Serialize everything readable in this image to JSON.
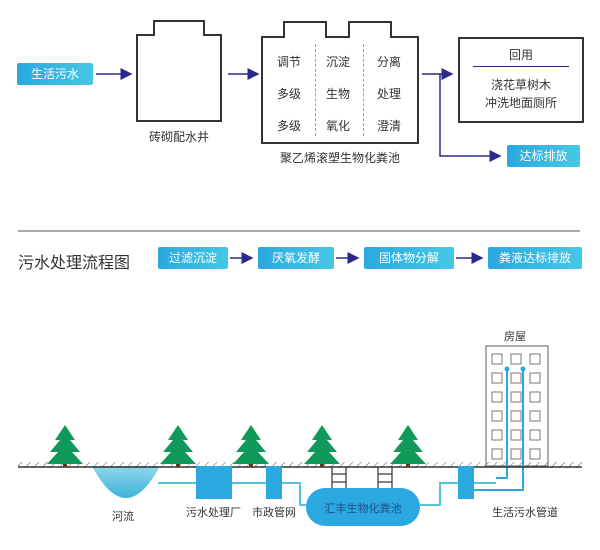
{
  "top": {
    "input_label": "生活污水",
    "well_label": "砖砌配水井",
    "tank": {
      "label": "聚乙烯滚塑生物化粪池",
      "rows": [
        [
          "调节",
          "沉淀",
          "分离"
        ],
        [
          "多级",
          "生物",
          "处理"
        ],
        [
          "多级",
          "氧化",
          "澄清"
        ]
      ]
    },
    "reuse": {
      "title": "回用",
      "line1": "浇花草树木",
      "line2": "冲洗地面厕所"
    },
    "discharge_label": "达标排放"
  },
  "flow": {
    "title": "污水处理流程图",
    "steps": [
      "过滤沉淀",
      "厌氧发酵",
      "固体物分解",
      "粪液达标排放"
    ]
  },
  "scene": {
    "house_label": "房屋",
    "labels": {
      "river": "河流",
      "plant": "污水处理厂",
      "municipal": "市政管网",
      "tank": "汇丰生物化粪池",
      "pipe": "生活污水管道"
    }
  },
  "colors": {
    "accent": "#2aa8df",
    "line": "#2b2a8c",
    "tree": "#0f9a5a",
    "ground": "#333333",
    "water": "#55c3e0"
  }
}
